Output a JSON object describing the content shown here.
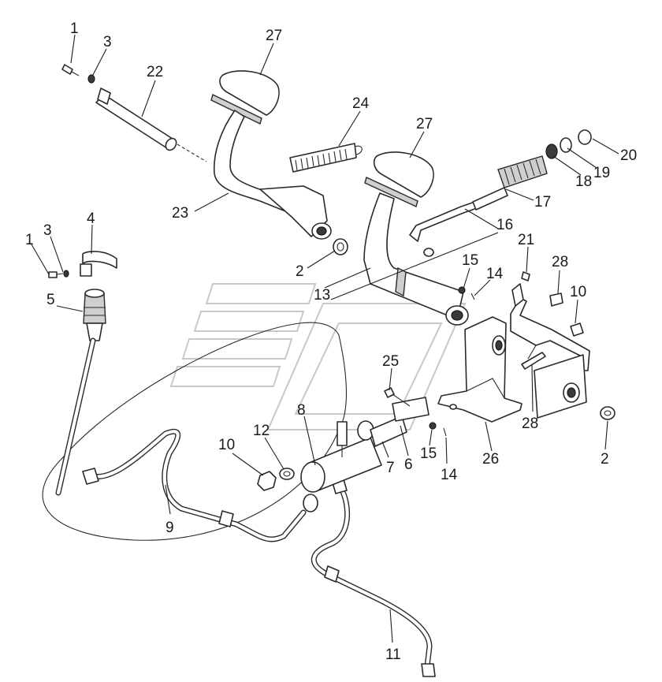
{
  "diagram": {
    "callouts": [
      {
        "id": "c1a",
        "text": "1"
      },
      {
        "id": "c3a",
        "text": "3"
      },
      {
        "id": "c22",
        "text": "22"
      },
      {
        "id": "c27a",
        "text": "27"
      },
      {
        "id": "c24",
        "text": "24"
      },
      {
        "id": "c27b",
        "text": "27"
      },
      {
        "id": "c20",
        "text": "20"
      },
      {
        "id": "c19",
        "text": "19"
      },
      {
        "id": "c18",
        "text": "18"
      },
      {
        "id": "c17",
        "text": "17"
      },
      {
        "id": "c23",
        "text": "23"
      },
      {
        "id": "c4",
        "text": "4"
      },
      {
        "id": "c1b",
        "text": "1"
      },
      {
        "id": "c3b",
        "text": "3"
      },
      {
        "id": "c16",
        "text": "16"
      },
      {
        "id": "c21",
        "text": "21"
      },
      {
        "id": "c28a",
        "text": "28"
      },
      {
        "id": "c2a",
        "text": "2"
      },
      {
        "id": "c15a",
        "text": "15"
      },
      {
        "id": "c14a",
        "text": "14"
      },
      {
        "id": "c10a",
        "text": "10"
      },
      {
        "id": "c5",
        "text": "5"
      },
      {
        "id": "c13",
        "text": "13"
      },
      {
        "id": "c25",
        "text": "25"
      },
      {
        "id": "c8",
        "text": "8"
      },
      {
        "id": "c12",
        "text": "12"
      },
      {
        "id": "c28b",
        "text": "28"
      },
      {
        "id": "c10b",
        "text": "10"
      },
      {
        "id": "c7",
        "text": "7"
      },
      {
        "id": "c6",
        "text": "6"
      },
      {
        "id": "c15b",
        "text": "15"
      },
      {
        "id": "c14b",
        "text": "14"
      },
      {
        "id": "c26",
        "text": "26"
      },
      {
        "id": "c2b",
        "text": "2"
      },
      {
        "id": "c9",
        "text": "9"
      },
      {
        "id": "c11",
        "text": "11"
      }
    ]
  }
}
